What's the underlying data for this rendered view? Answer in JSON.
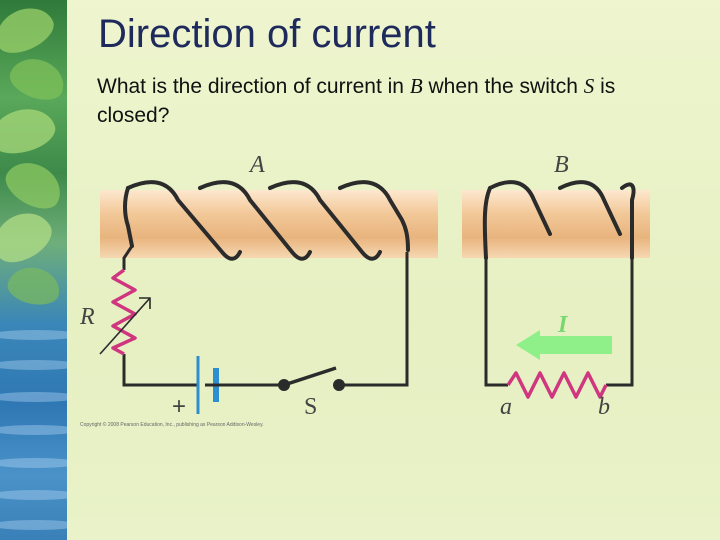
{
  "slide": {
    "title": "Direction of current",
    "question": {
      "part1": "What is the direction of current in ",
      "var_b": "B",
      "part2": " when the switch ",
      "var_s": "S",
      "part3": " is closed?"
    }
  },
  "diagram": {
    "coil_a_label": "A",
    "coil_b_label": "B",
    "resistor_label": "R",
    "current_label": "I",
    "battery_plus_label": "+",
    "switch_label": "S",
    "terminal_a_label": "a",
    "terminal_b_label": "b",
    "copyright": "Copyright © 2008 Pearson Education, Inc., publishing as Pearson Addison-Wesley."
  },
  "colors": {
    "core": "#f0c89c",
    "wire": "#2b2b2b",
    "resistor": "#d0357f",
    "battery": "#2e8fd0",
    "current_arrow": "#8ff08a",
    "current_label": "#78d870"
  }
}
